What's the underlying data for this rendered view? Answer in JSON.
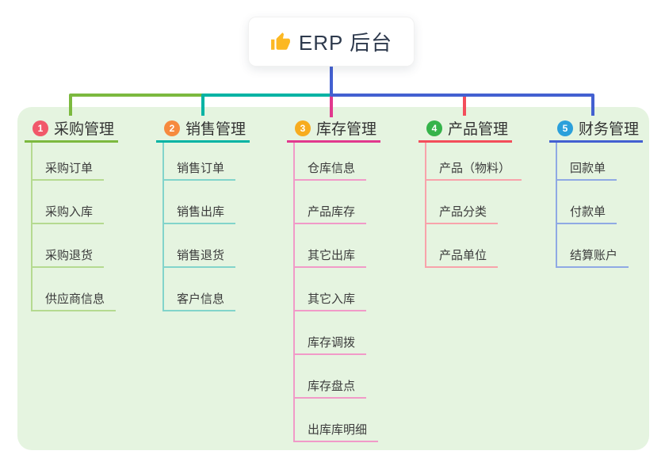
{
  "canvas": {
    "panel_background": "#e5f4e0",
    "page_background": "#ffffff"
  },
  "root": {
    "label": "ERP 后台",
    "icon": "thumbs-up-icon",
    "icon_color": "#fcb823",
    "stem_color": "#4a5cd1"
  },
  "branches": [
    {
      "index": "1",
      "title": "采购管理",
      "color": "#7cb93f",
      "light_color": "#b5da90",
      "badge_color": "#f1586a",
      "children": [
        "采购订单",
        "采购入库",
        "采购退货",
        "供应商信息"
      ]
    },
    {
      "index": "2",
      "title": "销售管理",
      "color": "#00b3a4",
      "light_color": "#82d4cb",
      "badge_color": "#f68a3e",
      "children": [
        "销售订单",
        "销售出库",
        "销售退货",
        "客户信息"
      ]
    },
    {
      "index": "3",
      "title": "库存管理",
      "color": "#e1398e",
      "light_color": "#f19ac8",
      "badge_color": "#f7ac1f",
      "children": [
        "仓库信息",
        "产品库存",
        "其它出库",
        "其它入库",
        "库存调拨",
        "库存盘点",
        "出库库明细"
      ]
    },
    {
      "index": "4",
      "title": "产品管理",
      "color": "#f34d5b",
      "light_color": "#f8a3ab",
      "badge_color": "#35b34a",
      "children": [
        "产品（物料）",
        "产品分类",
        "产品单位"
      ]
    },
    {
      "index": "5",
      "title": "财务管理",
      "color": "#4360d1",
      "light_color": "#8fa9e4",
      "badge_color": "#2ba0db",
      "children": [
        "回款单",
        "付款单",
        "结算账户"
      ]
    }
  ]
}
